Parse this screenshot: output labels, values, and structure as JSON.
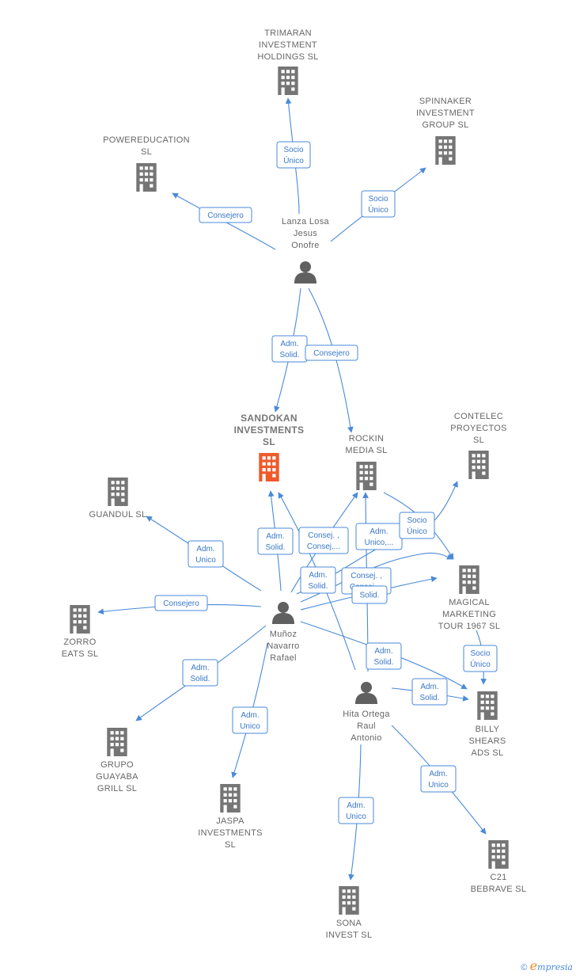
{
  "colors": {
    "company": "#757575",
    "main_company": "#ef5a2a",
    "person": "#606060",
    "edge": "#4a8ad8",
    "label": "#666666"
  },
  "companies": [
    {
      "id": "trimaran",
      "name": [
        "TRIMARAN",
        "INVESTMENT",
        "HOLDINGS  SL"
      ],
      "icon": "building-icon"
    },
    {
      "id": "spinnaker",
      "name": [
        "SPINNAKER",
        "INVESTMENT",
        "GROUP  SL"
      ],
      "icon": "building-icon"
    },
    {
      "id": "powereducation",
      "name": [
        "POWEREDUCATION",
        "SL"
      ],
      "icon": "building-icon"
    },
    {
      "id": "sandokan",
      "name": [
        "SANDOKAN",
        "INVESTMENTS",
        "SL"
      ],
      "icon": "building-icon",
      "main": true
    },
    {
      "id": "rockin",
      "name": [
        "ROCKIN",
        "MEDIA  SL"
      ],
      "icon": "building-icon"
    },
    {
      "id": "contelec",
      "name": [
        "CONTELEC",
        "PROYECTOS",
        "SL"
      ],
      "icon": "building-icon"
    },
    {
      "id": "guandul",
      "name": [
        "GUANDUL  SL"
      ],
      "icon": "building-icon"
    },
    {
      "id": "magical",
      "name": [
        "MAGICAL",
        "MARKETING",
        "TOUR 1967 SL"
      ],
      "icon": "building-icon"
    },
    {
      "id": "zorro",
      "name": [
        "ZORRO",
        "EATS  SL"
      ],
      "icon": "building-icon"
    },
    {
      "id": "billy",
      "name": [
        "BILLY",
        "SHEARS",
        "ADS  SL"
      ],
      "icon": "building-icon"
    },
    {
      "id": "guayaba",
      "name": [
        "GRUPO",
        "GUAYABA",
        "GRILL  SL"
      ],
      "icon": "building-icon"
    },
    {
      "id": "jaspa",
      "name": [
        "JASPA",
        "INVESTMENTS",
        "SL"
      ],
      "icon": "building-icon"
    },
    {
      "id": "c21",
      "name": [
        "C21",
        "BEBRAVE  SL"
      ],
      "icon": "building-icon"
    },
    {
      "id": "sona",
      "name": [
        "SONA",
        "INVEST  SL"
      ],
      "icon": "building-icon"
    }
  ],
  "persons": [
    {
      "id": "lanza",
      "name": [
        "Lanza Losa",
        "Jesus",
        "Onofre"
      ],
      "icon": "person-icon"
    },
    {
      "id": "munoz",
      "name": [
        "Muñoz",
        "Navarro",
        "Rafael"
      ],
      "icon": "person-icon"
    },
    {
      "id": "hita",
      "name": [
        "Hita Ortega",
        "Raul",
        "Antonio"
      ],
      "icon": "person-icon"
    }
  ],
  "edges": [
    {
      "id": "e1",
      "label": [
        "Socio",
        "Único"
      ]
    },
    {
      "id": "e2",
      "label": [
        "Socio",
        "Único"
      ]
    },
    {
      "id": "e3",
      "label": [
        "Consejero"
      ]
    },
    {
      "id": "e4",
      "label": [
        "Adm.",
        "Solid."
      ]
    },
    {
      "id": "e5",
      "label": [
        "Consejero"
      ]
    },
    {
      "id": "e6",
      "label": [
        "Adm.",
        "Unico"
      ]
    },
    {
      "id": "e7",
      "label": [
        "Consejero"
      ]
    },
    {
      "id": "e8",
      "label": [
        "Adm.",
        "Solid."
      ]
    },
    {
      "id": "e9",
      "label": [
        "Adm.",
        "Unico"
      ]
    },
    {
      "id": "e10",
      "label": [
        "Adm.",
        "Solid."
      ]
    },
    {
      "id": "e11",
      "label": [
        "Consej. ,",
        "Consej...."
      ]
    },
    {
      "id": "e12",
      "label": [
        "Adm.",
        "Solid."
      ]
    },
    {
      "id": "e13",
      "label": [
        "Adm.",
        "Unico,..."
      ]
    },
    {
      "id": "e14",
      "label": [
        "Consej. ,",
        "Consej...."
      ]
    },
    {
      "id": "e15",
      "label": [
        "Solid."
      ]
    },
    {
      "id": "e16",
      "label": [
        "Socio",
        "Único"
      ]
    },
    {
      "id": "e17",
      "label": [
        "Adm.",
        "Solid."
      ]
    },
    {
      "id": "e18",
      "label": [
        "Adm.",
        "Solid."
      ]
    },
    {
      "id": "e19",
      "label": [
        "Socio",
        "Único"
      ]
    },
    {
      "id": "e20",
      "label": [
        "Adm.",
        "Unico"
      ]
    },
    {
      "id": "e21",
      "label": [
        "Adm.",
        "Unico"
      ]
    }
  ],
  "brand": {
    "symbol": "©",
    "initial": "e",
    "rest": "mpresia"
  }
}
